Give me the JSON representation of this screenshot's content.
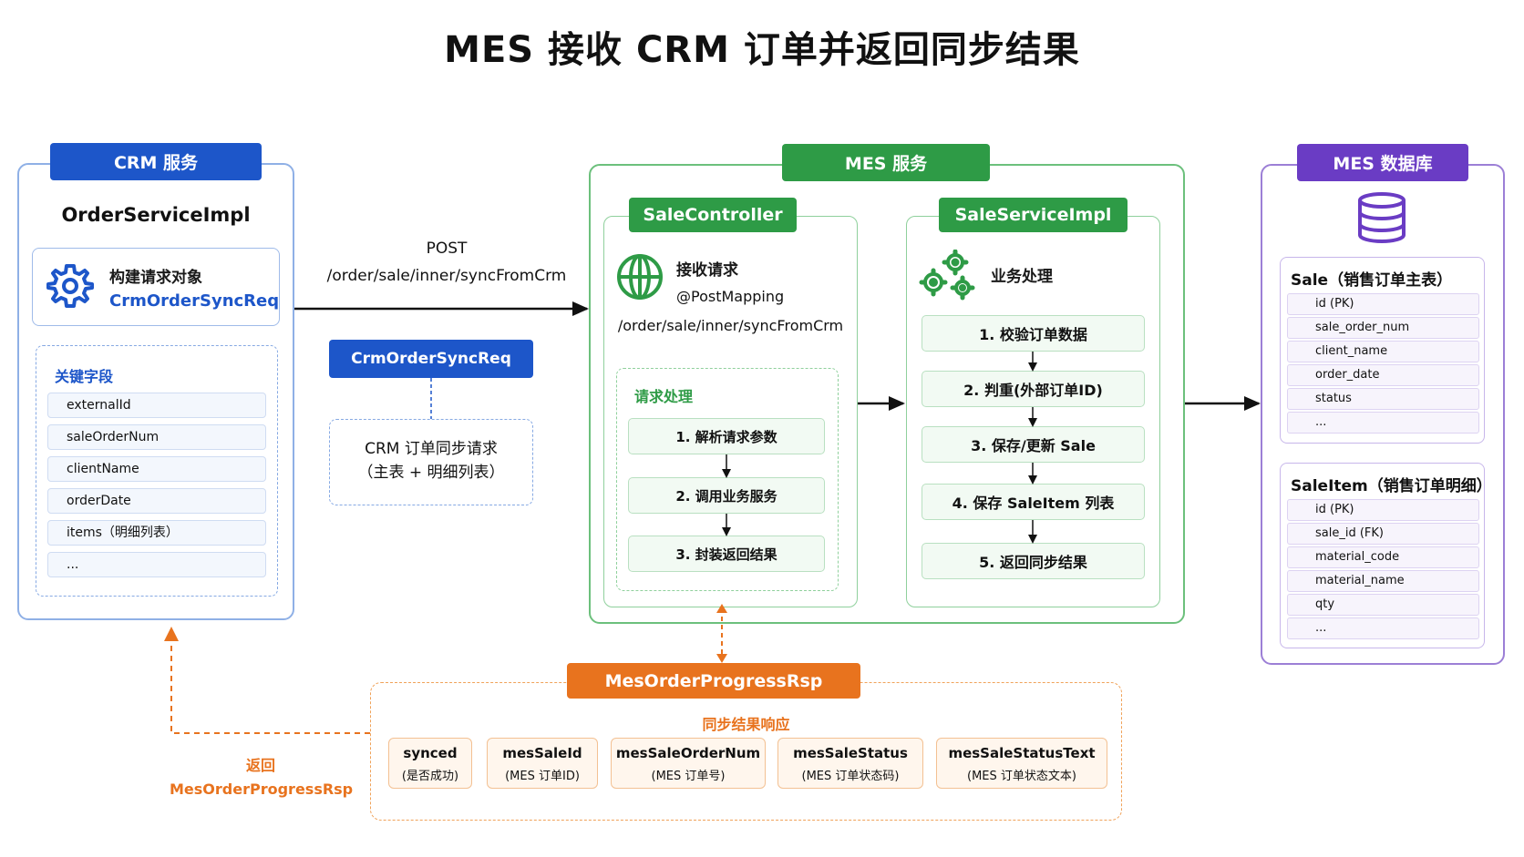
{
  "title": "MES 接收 CRM 订单并返回同步结果",
  "crm": {
    "tab": "CRM 服务",
    "class_name": "OrderServiceImpl",
    "build_label": "构建请求对象",
    "build_type": "CrmOrderSyncReq",
    "fields_title": "关键字段",
    "fields": [
      "externalId",
      "saleOrderNum",
      "clientName",
      "orderDate",
      "items（明细列表）",
      "..."
    ]
  },
  "request": {
    "method": "POST",
    "path": "/order/sale/inner/syncFromCrm",
    "dto": "CrmOrderSyncReq",
    "dto_desc_line1": "CRM 订单同步请求",
    "dto_desc_line2": "（主表 + 明细列表）"
  },
  "mes": {
    "tab": "MES 服务",
    "controller": {
      "tab": "SaleController",
      "title": "接收请求",
      "annotation": "@PostMapping",
      "path": "/order/sale/inner/syncFromCrm",
      "process_title": "请求处理",
      "steps": [
        "1. 解析请求参数",
        "2. 调用业务服务",
        "3. 封装返回结果"
      ]
    },
    "service": {
      "tab": "SaleServiceImpl",
      "title": "业务处理",
      "steps": [
        "1. 校验订单数据",
        "2. 判重(外部订单ID)",
        "3. 保存/更新 Sale",
        "4. 保存 SaleItem 列表",
        "5. 返回同步结果"
      ]
    }
  },
  "db": {
    "tab": "MES 数据库",
    "sale_title": "Sale（销售订单主表）",
    "sale_columns": [
      "id (PK)",
      "sale_order_num",
      "client_name",
      "order_date",
      "status",
      "..."
    ],
    "item_title": "SaleItem（销售订单明细）",
    "item_columns": [
      "id (PK)",
      "sale_id (FK)",
      "material_code",
      "material_name",
      "qty",
      "..."
    ]
  },
  "response": {
    "tab": "MesOrderProgressRsp",
    "subtitle": "同步结果响应",
    "fields": [
      {
        "name": "synced",
        "desc": "(是否成功)"
      },
      {
        "name": "mesSaleId",
        "desc": "(MES 订单ID)"
      },
      {
        "name": "mesSaleOrderNum",
        "desc": "(MES 订单号)"
      },
      {
        "name": "mesSaleStatus",
        "desc": "(MES 订单状态码)"
      },
      {
        "name": "mesSaleStatusText",
        "desc": "(MES 订单状态文本)"
      }
    ],
    "return_label": "返回",
    "return_type": "MesOrderProgressRsp"
  },
  "colors": {
    "blue": "#1d56c9",
    "green": "#2e9b46",
    "purple": "#6a3cc4",
    "orange": "#e8731e"
  }
}
